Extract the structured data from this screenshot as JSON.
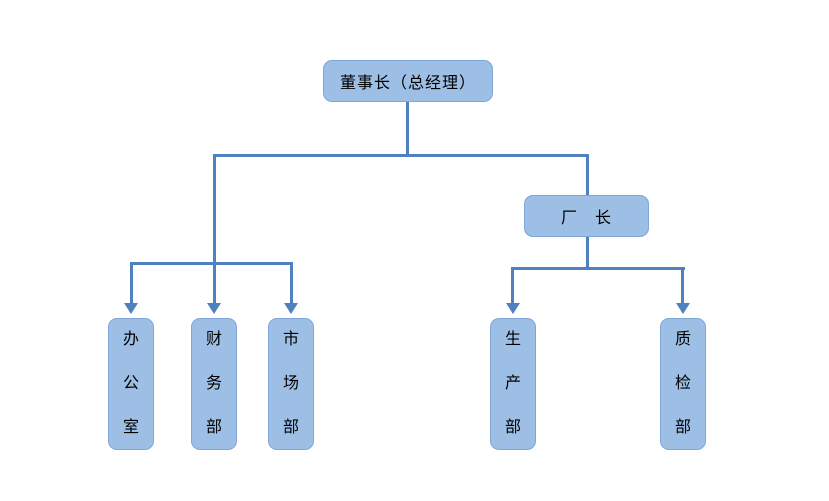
{
  "colors": {
    "background": "#FFFFFF",
    "node_fill": "#9DBEE5",
    "node_border": "#7FA6D6",
    "connector": "#4E81BD",
    "text": "#000000"
  },
  "org_chart": {
    "type": "organization-chart",
    "nodes": {
      "chairman": {
        "label": "董事长（总经理）",
        "reports_to": null
      },
      "factory_director": {
        "label": "厂　长",
        "reports_to": "chairman"
      },
      "office": {
        "label": "办\n公\n室",
        "reports_to": "chairman"
      },
      "finance": {
        "label": "财\n务\n部",
        "reports_to": "chairman"
      },
      "market": {
        "label": "市\n场\n部",
        "reports_to": "chairman"
      },
      "production": {
        "label": "生\n产\n部",
        "reports_to": "factory_director"
      },
      "quality": {
        "label": "质\n检\n部",
        "reports_to": "factory_director"
      }
    }
  }
}
